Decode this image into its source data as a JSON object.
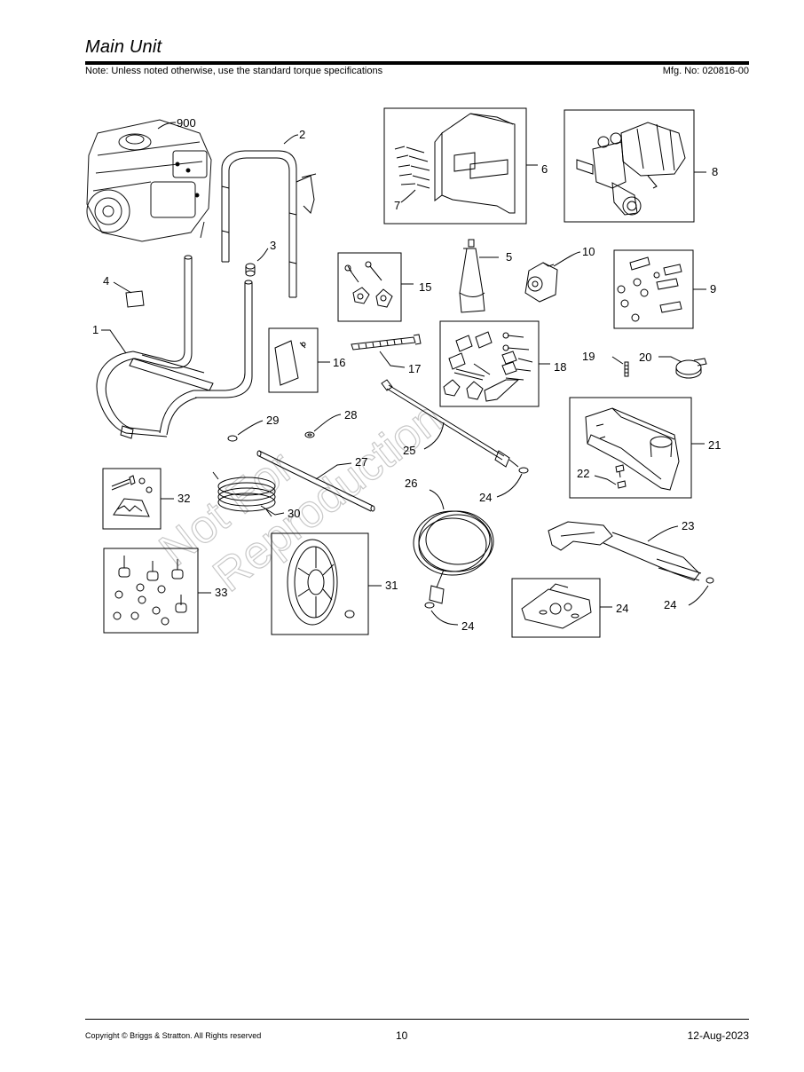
{
  "header": {
    "title": "Main Unit",
    "note": "Note: Unless noted otherwise, use the standard torque specifications",
    "mfg_no": "Mfg. No: 020816-00"
  },
  "watermark": {
    "line1": "Not For",
    "line2": "Reproduction"
  },
  "callouts": {
    "c900": "900",
    "c2": "2",
    "c3": "3",
    "c4": "4",
    "c1": "1",
    "c6": "6",
    "c7": "7",
    "c8": "8",
    "c5": "5",
    "c10": "10",
    "c15": "15",
    "c9": "9",
    "c16": "16",
    "c17": "17",
    "c18": "18",
    "c19": "19",
    "c20": "20",
    "c29": "29",
    "c28": "28",
    "c25": "25",
    "c21": "21",
    "c27": "27",
    "c22": "22",
    "c32": "32",
    "c26": "26",
    "c24a": "24",
    "c30": "30",
    "c23": "23",
    "c33": "33",
    "c31": "31",
    "c24b": "24",
    "c24c": "24",
    "c24d": "24"
  },
  "footer": {
    "copyright": "Copyright ©  Briggs & Stratton. All Rights reserved",
    "page": "10",
    "date": "12-Aug-2023"
  }
}
